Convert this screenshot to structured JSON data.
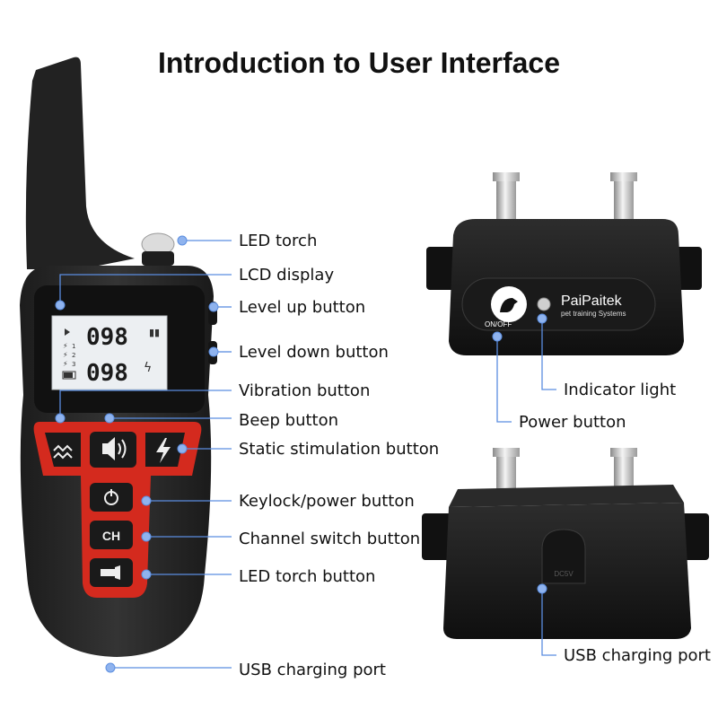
{
  "title": "Introduction to User Interface",
  "remote": {
    "labels": {
      "led_torch": "LED torch",
      "lcd_display": "LCD display",
      "level_up": "Level up button",
      "level_down": "Level down button",
      "vibration": "Vibration button",
      "beep": "Beep button",
      "static": "Static stimulation button",
      "keylock": "Keylock/power button",
      "channel": "Channel switch button",
      "torch_button": "LED torch button",
      "usb": "USB charging port"
    },
    "lcd": {
      "top_value": "098",
      "bottom_value": "098",
      "channels": [
        "1",
        "2",
        "3"
      ]
    },
    "buttons": {
      "ch_label": "CH"
    }
  },
  "receiver": {
    "brand": "PaiPaitek",
    "tagline": "pet training Systems",
    "on_off": "ON/OFF",
    "port_mark": "DC5V",
    "labels": {
      "indicator": "Indicator light",
      "power": "Power button",
      "usb": "USB charging port"
    }
  },
  "colors": {
    "accent_red": "#d42a1e",
    "callout_blue": "#5b8de0",
    "device_body": "#2a2a2a"
  }
}
